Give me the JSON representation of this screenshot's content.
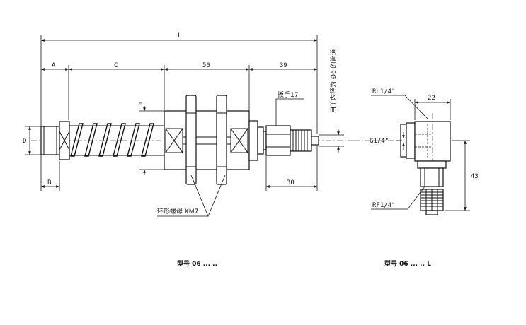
{
  "dimensions": {
    "L": "L",
    "A": "A",
    "C": "C",
    "fifty": "50",
    "thirty_nine": "39",
    "F": "F",
    "D": "D",
    "B": "B",
    "thirty": "30",
    "twenty_two": "22",
    "forty_three": "43"
  },
  "labels": {
    "wrench": "扳手17",
    "pipe_note": "用于内径为 Ø6 的管道",
    "ring_nut": "环形螺母 KM7",
    "rl_thread": "RL1/4\"",
    "g_thread": "G1/4\"",
    "rf_thread": "RF1/4\""
  },
  "captions": {
    "left_model": "型号 06 ... ..",
    "right_model": "型号 06 ... .. L"
  }
}
